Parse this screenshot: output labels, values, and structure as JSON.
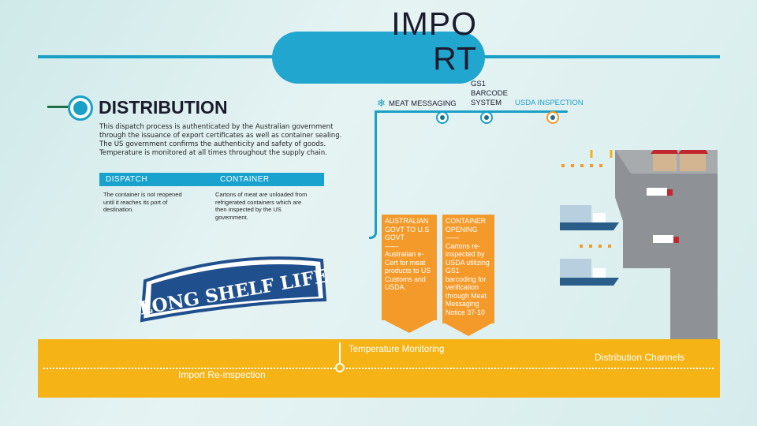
{
  "title": "IMPO\nRT",
  "section_title": "DISTRIBUTION",
  "description": "This dispatch process is authenticated by the Australian government through the issuance of export certificates as well as container sealing. The US government confirms the authenticity and safety of goods. Temperature is monitored at all times throughout the supply chain.",
  "dispatch": {
    "label": "DISPATCH",
    "text": "The container is not reopened until it reaches its port of destination."
  },
  "container": {
    "label": "CONTAINER",
    "text": "Cartons of meat are unloaded from refrigerated containers which are then inspected by the US government."
  },
  "logo_text": "LONG SHELF LIFE",
  "steps": [
    {
      "label": "MEAT MESSAGING",
      "icon": "snowflake-icon"
    },
    {
      "label": "GS1\nBARCODE\nSYSTEM"
    },
    {
      "label": "USDA INSPECTION"
    }
  ],
  "boxes": [
    {
      "heading": "AUSTRALIAN GOVT TO U.S GOVT",
      "divider": "——",
      "body": "Australian e-Cert for meat products to US Customs and USDA."
    },
    {
      "heading": "CONTAINER OPENING",
      "divider": "——",
      "body": "Cartons re-inspected by USDA utilizing GS1 barcoding for verification through Meat Messaging Notice 37-10"
    }
  ],
  "bottom": {
    "temperature": "Temperature Monitoring",
    "reinspection": "Import Re-inspection",
    "channels": "Distribution Channels"
  },
  "colors": {
    "accent": "#1a9fc6",
    "orange": "#f39a2a",
    "band": "#f6b315",
    "usda_dot": "#f39a2a"
  }
}
